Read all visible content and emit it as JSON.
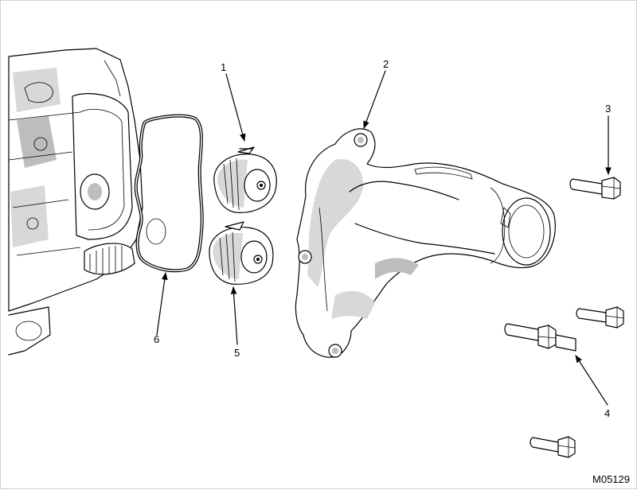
{
  "figure": {
    "reference_code": "M05129",
    "callouts": [
      {
        "id": "1",
        "label": "1"
      },
      {
        "id": "2",
        "label": "2"
      },
      {
        "id": "3",
        "label": "3"
      },
      {
        "id": "4",
        "label": "4"
      },
      {
        "id": "5",
        "label": "5"
      },
      {
        "id": "6",
        "label": "6"
      }
    ]
  }
}
